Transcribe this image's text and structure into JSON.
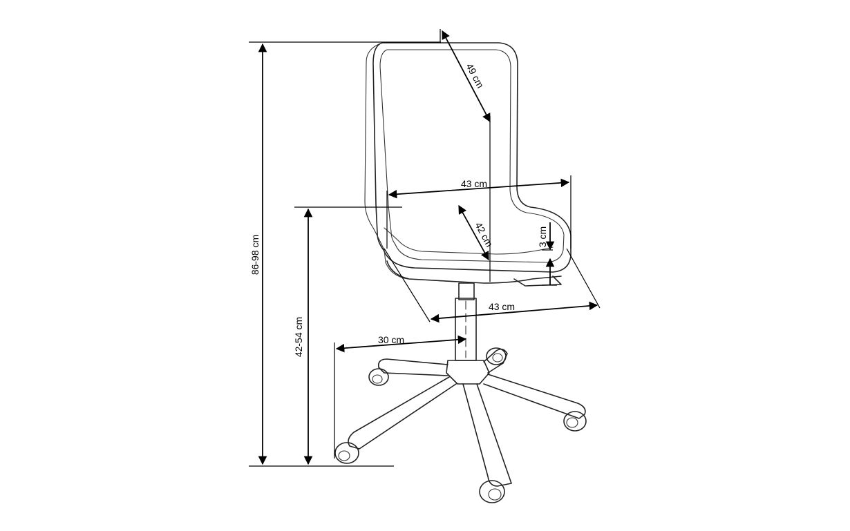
{
  "diagram": {
    "subject": "office-chair-dimension-drawing",
    "labels": {
      "total_height": "86-98 cm",
      "seat_height": "42-54 cm",
      "backrest_height": "49 cm",
      "seat_width": "43 cm",
      "seat_depth": "42 cm",
      "seat_thickness": "3 cm",
      "overall_depth": "43 cm",
      "base_radius": "30 cm"
    },
    "colors": {
      "line": "#222222",
      "dimension": "#000000",
      "background": "#ffffff"
    }
  }
}
